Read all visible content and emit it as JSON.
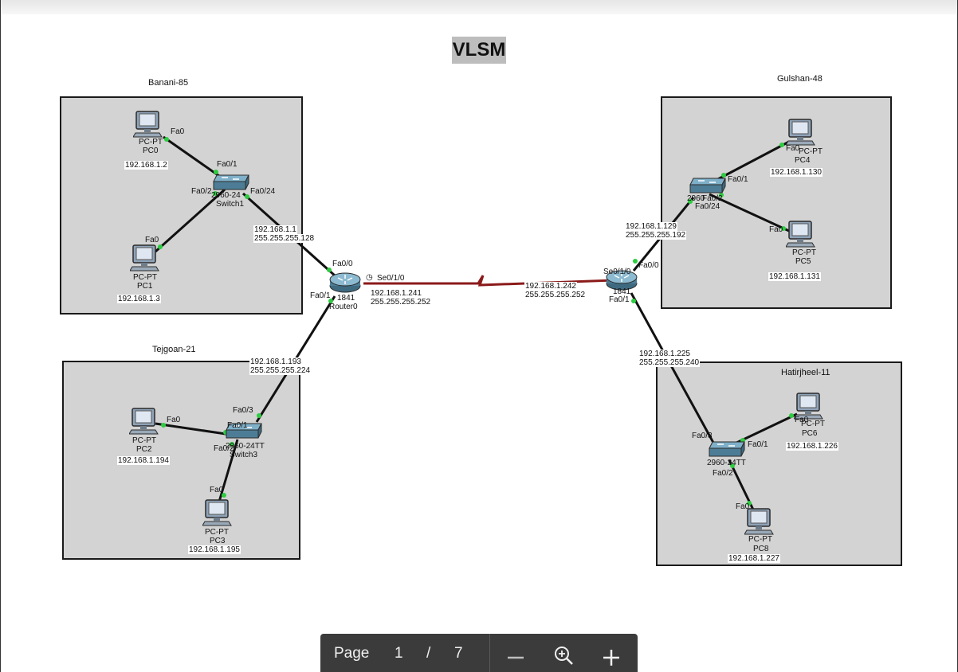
{
  "document": {
    "title": "VLSM"
  },
  "zones": {
    "banani": "Banani-85",
    "gulshan": "Gulshan-48",
    "tejgoan": "Tejgoan-21",
    "hatirjheel": "Hatirjheel-11"
  },
  "devices": {
    "pc0": {
      "type": "PC-PT",
      "name": "PC0",
      "ip": "192.168.1.2"
    },
    "pc1": {
      "type": "PC-PT",
      "name": "PC1",
      "ip": "192.168.1.3"
    },
    "pc2": {
      "type": "PC-PT",
      "name": "PC2",
      "ip": "192.168.1.194"
    },
    "pc3": {
      "type": "PC-PT",
      "name": "PC3",
      "ip": "192.168.1.195"
    },
    "pc4": {
      "type": "PC-PT",
      "name": "PC4",
      "ip": "192.168.1.130"
    },
    "pc5": {
      "type": "PC-PT",
      "name": "PC5",
      "ip": "192.168.1.131"
    },
    "pc6": {
      "type": "PC-PT",
      "name": "PC6",
      "ip": "192.168.1.226"
    },
    "pc8": {
      "type": "PC-PT",
      "name": "PC8",
      "ip": "192.168.1.227"
    },
    "switch1": {
      "model": "2960-24",
      "name": "Switch1"
    },
    "switch3": {
      "model": "2960-24TT",
      "name": "Switch3"
    },
    "switch_gulshan": {
      "model": "2960"
    },
    "switch_hatirjheel": {
      "model": "2960-24TT"
    },
    "router0": {
      "model": "1841",
      "name": "Router0"
    },
    "router1": {
      "model": "1841"
    }
  },
  "ports": {
    "fa0": "Fa0",
    "fa0_1": "Fa0/1",
    "fa0_2": "Fa0/2",
    "fa0_3": "Fa0/3",
    "fa0_24": "Fa0/24",
    "fa0_0": "Fa0/0",
    "se0_1_0": "Se0/1/0"
  },
  "addressing": {
    "r0_fa00": {
      "ip": "192.168.1.1",
      "mask": "255.255.255.128"
    },
    "r0_se": {
      "ip": "192.168.1.241",
      "mask": "255.255.255.252"
    },
    "r0_fa01": {
      "ip": "192.168.1.193",
      "mask": "255.255.255.224"
    },
    "r1_se": {
      "ip": "192.168.1.242",
      "mask": "255.255.255.252"
    },
    "r1_fa00": {
      "ip": "192.168.1.129",
      "mask": "255.255.255.192"
    },
    "r1_fa01": {
      "ip": "192.168.1.225",
      "mask": "255.255.255.240"
    }
  },
  "viewer": {
    "page_label": "Page",
    "current_page": "1",
    "separator": "/",
    "total_pages": "7",
    "icons": {
      "zoom_out": "minus-icon",
      "zoom": "zoom-in-icon",
      "zoom_in": "plus-icon"
    },
    "colors": {
      "toolbar_bg": "#3b3b3b",
      "serial_link": "#8b1a1a",
      "port_up": "#2ecc40"
    }
  }
}
